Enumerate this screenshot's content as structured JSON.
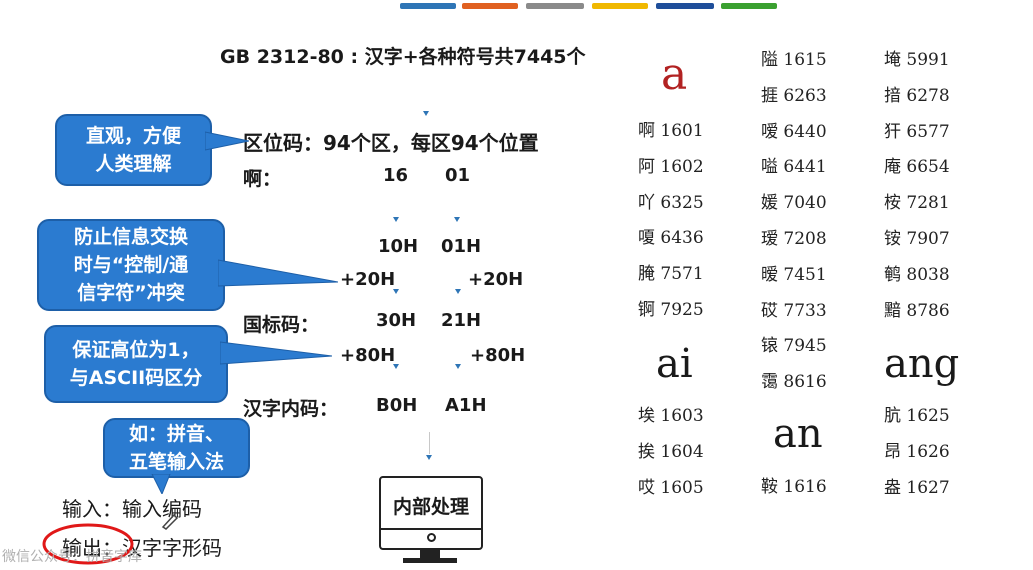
{
  "colors": {
    "callout": "#2b7bd0",
    "arrow": "#2e75b6",
    "red_letter": "#b22222",
    "circle": "#e01818",
    "topbar": [
      "#2e75b6",
      "#e06020",
      "#8a8a8a",
      "#f0b800",
      "#1f4e9a",
      "#3aa030"
    ]
  },
  "title": "GB 2312-80 : 汉字+各种符号共7445个",
  "quweima": {
    "label": "区位码：94个区，每区94个位置",
    "char": "啊：",
    "q": "16",
    "w": "01"
  },
  "hex": {
    "a": "10H",
    "b": "01H"
  },
  "add20": {
    "a": "+20H",
    "b": "+20H"
  },
  "guobiao": {
    "label": "国标码：",
    "a": "30H",
    "b": "21H"
  },
  "add80": {
    "a": "+80H",
    "b": "+80H"
  },
  "neima": {
    "label": "汉字内码：",
    "a": "B0H",
    "b": "A1H"
  },
  "callouts": {
    "c1_line1": "直观，方便",
    "c1_line2": "人类理解",
    "c2_line1": "防止信息交换",
    "c2_line2": "时与“控制/通",
    "c2_line3": "信字符”冲突",
    "c3_line1": "保证高位为1，",
    "c3_line2": "与ASCII码区分",
    "c4_line1": "如：拼音、",
    "c4_line2": "五笔输入法"
  },
  "input_label": "输入：输入编码",
  "output_label": "输出：汉字字形码",
  "process_label": "内部处理",
  "pinyin": {
    "a_head": "a",
    "a_entries": [
      {
        "c": "啊",
        "n": "1601"
      },
      {
        "c": "阿",
        "n": "1602"
      },
      {
        "c": "吖",
        "n": "6325"
      },
      {
        "c": "嗄",
        "n": "6436"
      },
      {
        "c": "腌",
        "n": "7571"
      },
      {
        "c": "锕",
        "n": "7925"
      }
    ],
    "ai_head": "ai",
    "ai_entries": [
      {
        "c": "埃",
        "n": "1603"
      },
      {
        "c": "挨",
        "n": "1604"
      },
      {
        "c": "哎",
        "n": "1605"
      }
    ],
    "col2_entries": [
      {
        "c": "隘",
        "n": "1615"
      },
      {
        "c": "捱",
        "n": "6263"
      },
      {
        "c": "嗳",
        "n": "6440"
      },
      {
        "c": "嗌",
        "n": "6441"
      },
      {
        "c": "媛",
        "n": "7040"
      },
      {
        "c": "瑷",
        "n": "7208"
      },
      {
        "c": "暧",
        "n": "7451"
      },
      {
        "c": "砹",
        "n": "7733"
      },
      {
        "c": "锿",
        "n": "7945"
      },
      {
        "c": "霭",
        "n": "8616"
      }
    ],
    "an_head": "an",
    "an_entries": [
      {
        "c": "鞍",
        "n": "1616"
      }
    ],
    "col3_entries": [
      {
        "c": "埯",
        "n": "5991"
      },
      {
        "c": "揞",
        "n": "6278"
      },
      {
        "c": "犴",
        "n": "6577"
      },
      {
        "c": "庵",
        "n": "6654"
      },
      {
        "c": "桉",
        "n": "7281"
      },
      {
        "c": "铵",
        "n": "7907"
      },
      {
        "c": "鹌",
        "n": "8038"
      },
      {
        "c": "黯",
        "n": "8786"
      }
    ],
    "ang_head": "ang",
    "ang_entries": [
      {
        "c": "肮",
        "n": "1625"
      },
      {
        "c": "昂",
        "n": "1626"
      },
      {
        "c": "盎",
        "n": "1627"
      }
    ]
  },
  "watermark": "微信公众号：拼音字库"
}
